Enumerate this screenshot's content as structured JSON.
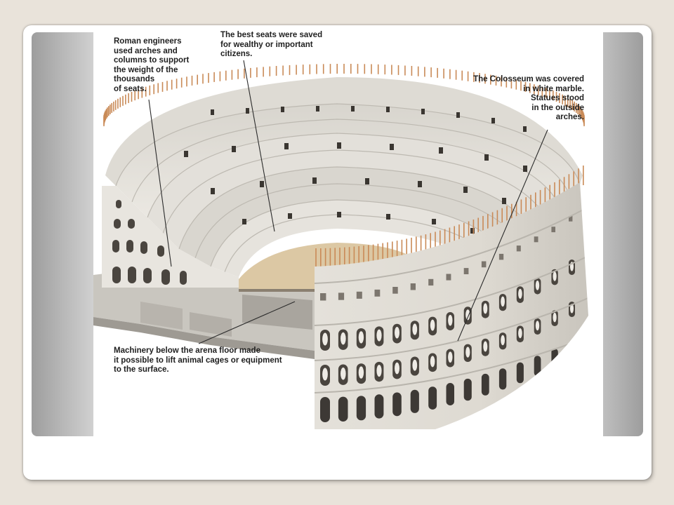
{
  "slide": {
    "callouts": {
      "arches": "Roman engineers\nused arches and\ncolumns to support\nthe weight of the\nthousands\nof seats.",
      "best_seats": "The best seats were saved\nfor wealthy or important\ncitizens.",
      "marble": "The Colosseum was covered\nin white marble.\nStatues stood\nin the outside\narches.",
      "machinery": "Machinery below the arena floor made\nit possible to lift animal cages or equipment\nto the surface."
    }
  },
  "colors": {
    "slide_background": "#e9e3da",
    "frame_gray": "#b7b7b7",
    "marble": "#e6e3dc",
    "arena_sand": "#dcc8a4",
    "roof_poles": "#c98a57",
    "text": "#1f1f1f"
  }
}
